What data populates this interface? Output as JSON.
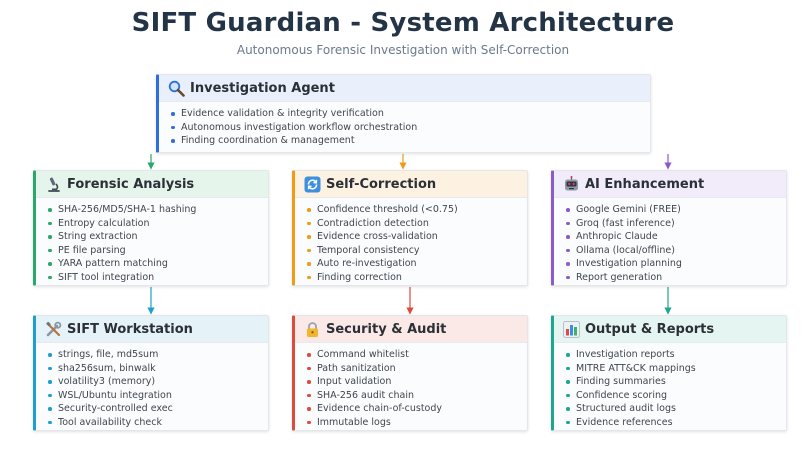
{
  "title": "SIFT Guardian - System Architecture",
  "subtitle": "Autonomous Forensic Investigation with Self-Correction",
  "colors": {
    "agent": "#2f6fdb",
    "forensic": "#2aa86a",
    "self_correction": "#ef9b16",
    "ai": "#8a5cc9",
    "sift": "#1e9fcf",
    "security": "#dd4b3c",
    "output": "#1fa68f"
  },
  "agent": {
    "icon": "magnifier-icon",
    "title": "Investigation Agent",
    "items": [
      "Evidence validation & integrity verification",
      "Autonomous investigation workflow orchestration",
      "Finding coordination & management"
    ]
  },
  "forensic": {
    "icon": "microscope-icon",
    "title": "Forensic Analysis",
    "items": [
      "SHA-256/MD5/SHA-1 hashing",
      "Entropy calculation",
      "String extraction",
      "PE file parsing",
      "YARA pattern matching",
      "SIFT tool integration"
    ]
  },
  "self_correction": {
    "icon": "refresh-icon",
    "title": "Self-Correction",
    "items": [
      "Confidence threshold (<0.75)",
      "Contradiction detection",
      "Evidence cross-validation",
      "Temporal consistency",
      "Auto re-investigation",
      "Finding correction"
    ]
  },
  "ai": {
    "icon": "robot-icon",
    "title": "AI Enhancement",
    "items": [
      "Google Gemini (FREE)",
      "Groq (fast inference)",
      "Anthropic Claude",
      "Ollama (local/offline)",
      "Investigation planning",
      "Report generation"
    ]
  },
  "sift": {
    "icon": "tools-icon",
    "title": "SIFT Workstation",
    "items": [
      "strings, file, md5sum",
      "sha256sum, binwalk",
      "volatility3 (memory)",
      "WSL/Ubuntu integration",
      "Security-controlled exec",
      "Tool availability check"
    ]
  },
  "security": {
    "icon": "lock-icon",
    "title": "Security & Audit",
    "items": [
      "Command whitelist",
      "Path sanitization",
      "Input validation",
      "SHA-256 audit chain",
      "Evidence chain-of-custody",
      "Immutable logs"
    ]
  },
  "output": {
    "icon": "bar-chart-icon",
    "title": "Output & Reports",
    "items": [
      "Investigation reports",
      "MITRE ATT&CK mappings",
      "Finding summaries",
      "Confidence scoring",
      "Structured audit logs",
      "Evidence references"
    ]
  }
}
